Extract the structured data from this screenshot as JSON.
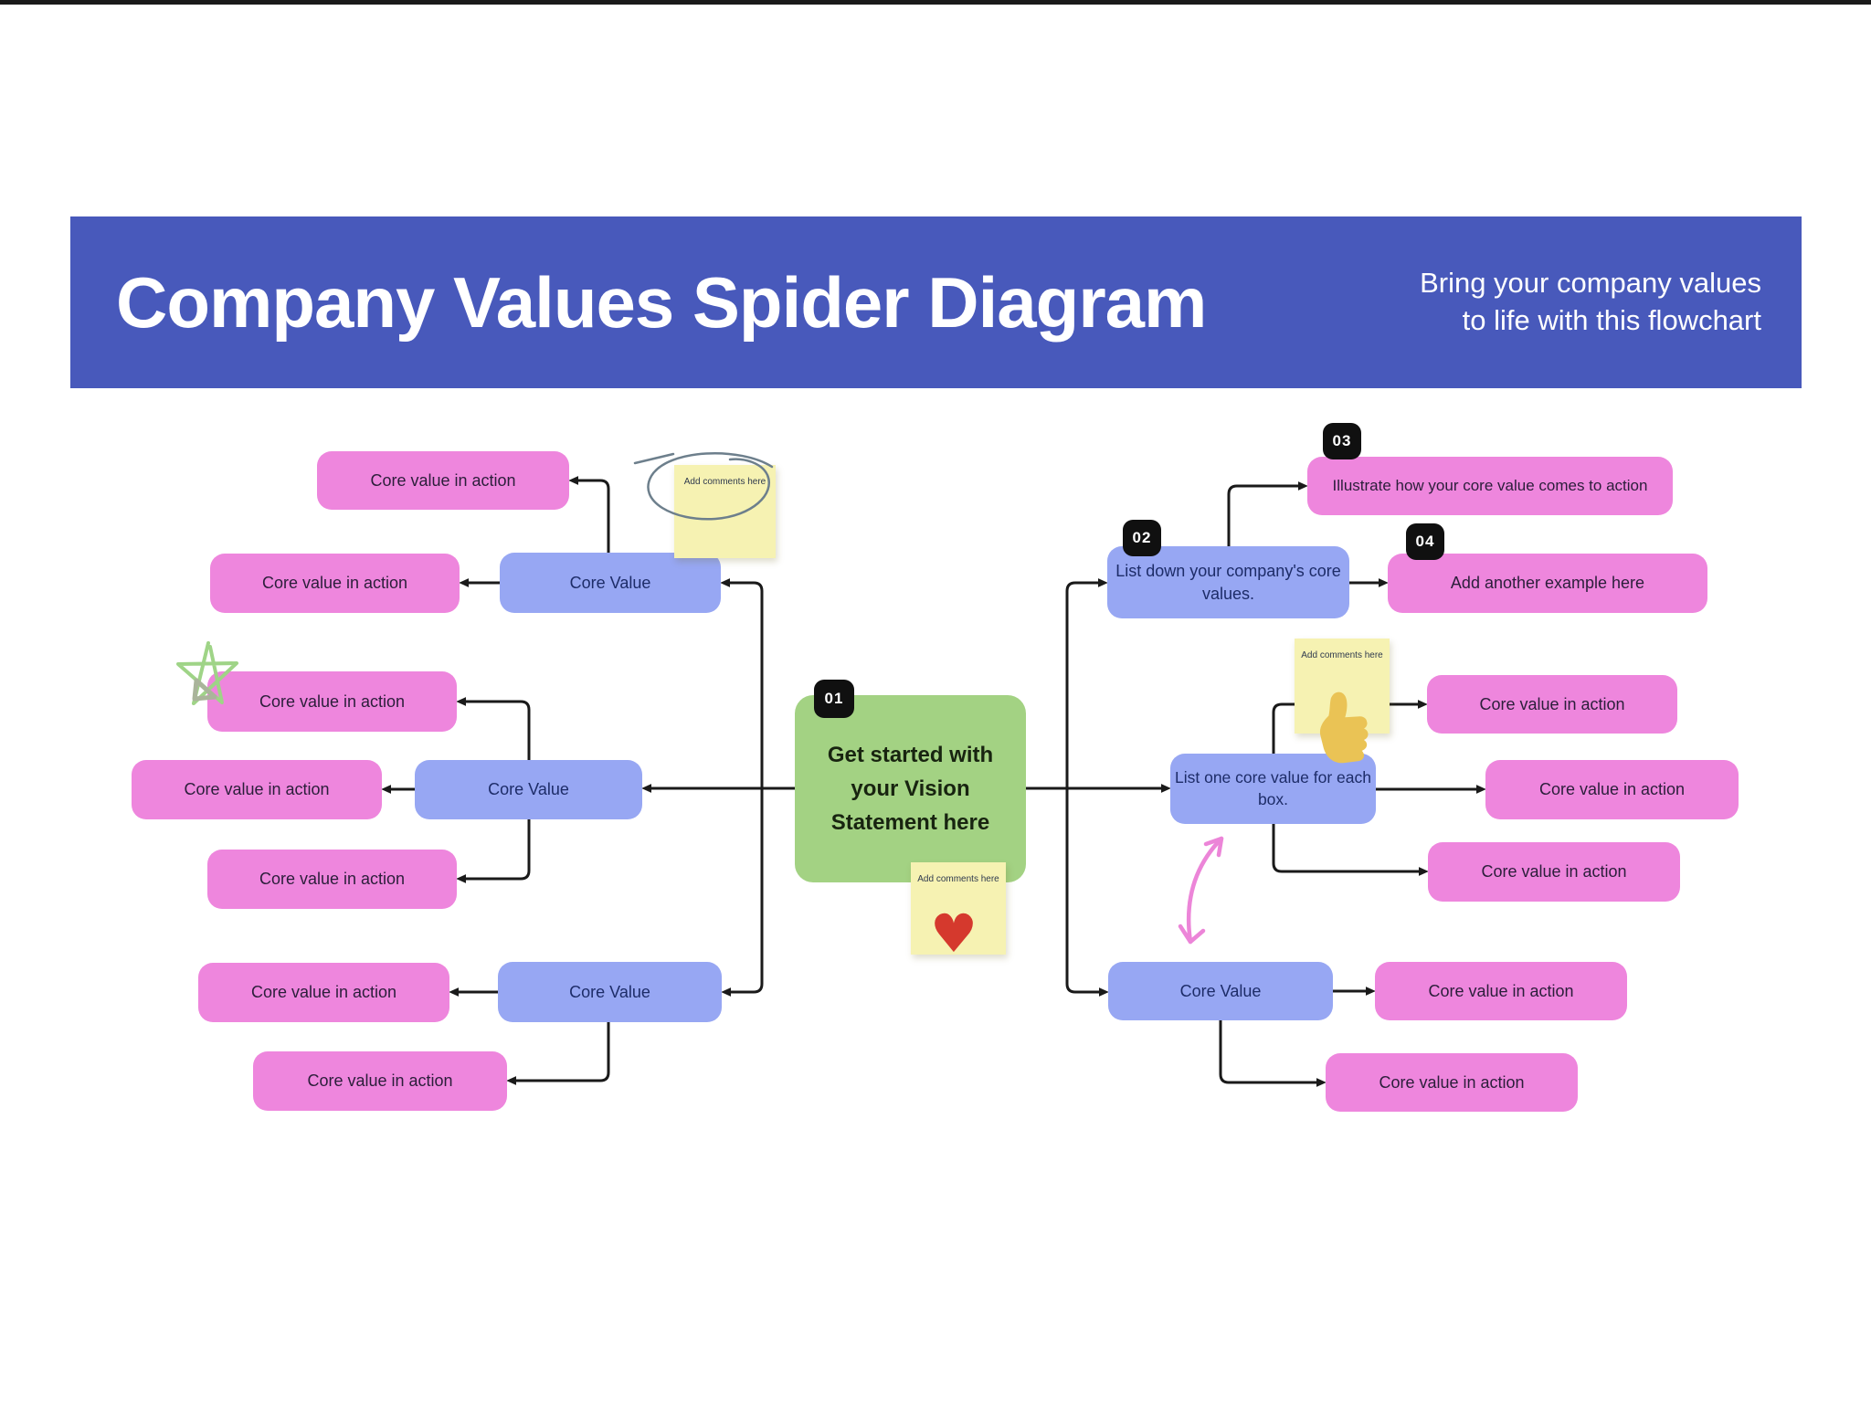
{
  "header": {
    "title": "Company Values Spider Diagram",
    "subtitle_line1": "Bring your company values",
    "subtitle_line2": "to life with this flowchart"
  },
  "diagram": {
    "center": {
      "badge": "01",
      "label": "Get started with your Vision Statement here"
    },
    "left": {
      "cluster1": {
        "core": "Core Value",
        "actions": [
          "Core value in action",
          "Core value in action"
        ]
      },
      "cluster2": {
        "core": "Core Value",
        "actions": [
          "Core value in action",
          "Core value in action",
          "Core value in action"
        ]
      },
      "cluster3": {
        "core": "Core Value",
        "actions": [
          "Core value in action",
          "Core value in action"
        ]
      }
    },
    "right": {
      "steps": {
        "step2": {
          "badge": "02",
          "label": "List down your company's core values."
        },
        "step3": {
          "badge": "03",
          "label": "Illustrate how your core value comes to action"
        },
        "step4": {
          "badge": "04",
          "label": "Add another example here"
        }
      },
      "middle": {
        "core": "List one core value for each box.",
        "actions": [
          "Core value in action",
          "Core value in action",
          "Core value in action"
        ]
      },
      "bottom": {
        "core": "Core Value",
        "actions": [
          "Core value in action",
          "Core value in action"
        ]
      }
    }
  },
  "stickies": {
    "top": "Add comments here",
    "middle": "Add comments here",
    "bottom": "Add comments here"
  },
  "icons": {
    "heart": {
      "name": "heart-icon",
      "glyph": "♥"
    },
    "thumbs_up": {
      "name": "thumbs-up-icon"
    },
    "star": {
      "name": "star-doodle-icon"
    },
    "scribble": {
      "name": "circle-scribble-icon"
    },
    "curved_arrow": {
      "name": "curved-arrow-doodle-icon"
    }
  },
  "colors": {
    "banner": "#4859bb",
    "banner_text": "#ffffff",
    "pink": "#ee86dd",
    "pink_text": "#2b1e3a",
    "blue": "#97a7f3",
    "blue_text": "#1d2c68",
    "green": "#a3d283",
    "green_text": "#182410",
    "sticky": "#f6f2b2",
    "sticky_text": "#2f3a4e",
    "badge_bg": "#101010",
    "badge_text": "#ffffff",
    "line": "#1a1a1a",
    "heart": "#d5392d",
    "star": "#9fd487",
    "scribble": "#6d7f8c",
    "arrow_doodle": "#ec85d8",
    "thumb": "#eac355"
  }
}
